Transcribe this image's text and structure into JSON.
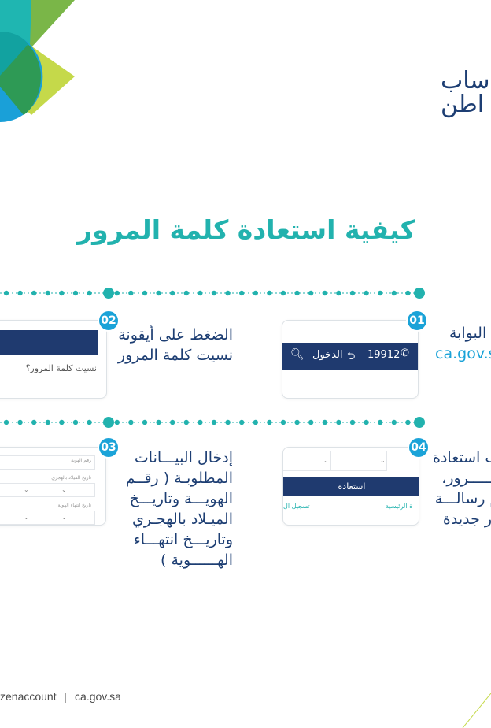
{
  "header": {
    "logo_line1": "ساب",
    "logo_line2": "اطن"
  },
  "title": "كيفية استعادة كلمة المرور",
  "steps": [
    {
      "number": "01",
      "text_lines": [
        "ب البوابة"
      ],
      "link": "ca.gov.sa",
      "card": {
        "phone": "19912",
        "login": "الدخول"
      }
    },
    {
      "number": "02",
      "text_lines": [
        "الضغط على أيقونة",
        "نسيت كلمة المرور"
      ],
      "card": {
        "link": "نسيت كلمة المرور؟"
      }
    },
    {
      "number": "03",
      "text_lines": [
        "إدخال البيـــانات",
        "المطلوبـة ( رقــم",
        "الهويـــة وتاريـــخ",
        "الميـلاد بالهجـري",
        "وتاريـــخ انتهـــاء",
        "الهــــــوية )"
      ],
      "card": {
        "id_label": "رقم الهوية",
        "dob_label": "تاريخ الميلاد بالهجري",
        "expiry_label": "تاريخ انتهاء الهوية"
      }
    },
    {
      "number": "04",
      "text_lines": [
        "ب استعادة",
        "مـــــرور،",
        "م رسالـــة",
        "ور جديدة"
      ],
      "card": {
        "button": "استعادة",
        "link_home": "ة الرئيسية",
        "link_register": "تسجيل ال"
      }
    }
  ],
  "footer": {
    "handle": "zenaccount",
    "separator": "|",
    "site": "ca.gov.sa"
  },
  "colors": {
    "teal": "#22b2ae",
    "navy": "#1f3a6f",
    "badge": "#1ba3d8",
    "green": "#7ab648",
    "lime": "#c5d94a"
  }
}
